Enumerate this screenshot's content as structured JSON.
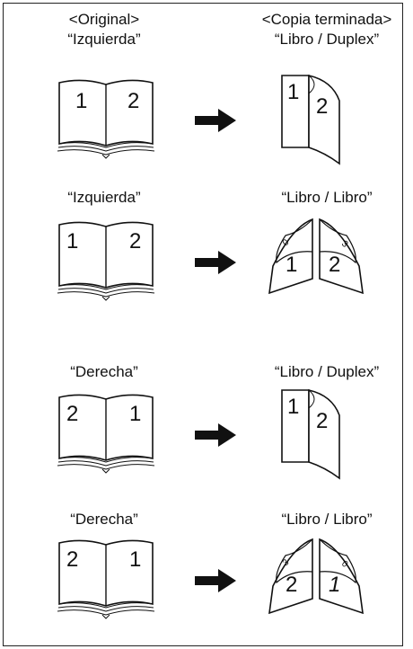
{
  "header": {
    "original": "<Original>",
    "finished": "<Copia terminada>"
  },
  "rows": [
    {
      "original_label": "“Izquierda”",
      "finished_label": "“Libro / Duplex”",
      "book_pages": [
        "1",
        "2"
      ],
      "result_pages": [
        "1",
        "2"
      ]
    },
    {
      "original_label": "“Izquierda”",
      "finished_label": "“Libro / Libro”",
      "book_pages": [
        "1",
        "2"
      ],
      "result_pages": [
        "1",
        "2"
      ],
      "result_small_pages": [
        "0",
        "3"
      ]
    },
    {
      "original_label": "“Derecha”",
      "finished_label": "“Libro / Duplex”",
      "book_pages": [
        "2",
        "1"
      ],
      "result_pages": [
        "1",
        "2"
      ]
    },
    {
      "original_label": "“Derecha”",
      "finished_label": "“Libro / Libro”",
      "book_pages": [
        "2",
        "1"
      ],
      "result_pages": [
        "2",
        "1"
      ],
      "result_small_pages": [
        "3",
        "0"
      ]
    }
  ],
  "icons": {
    "arrow": "right-arrow-icon",
    "book": "open-book-icon",
    "duplex": "duplex-folded-sheet-icon",
    "booklet": "booklet-pages-icon"
  },
  "colors": {
    "line": "#111111",
    "background": "#ffffff"
  }
}
